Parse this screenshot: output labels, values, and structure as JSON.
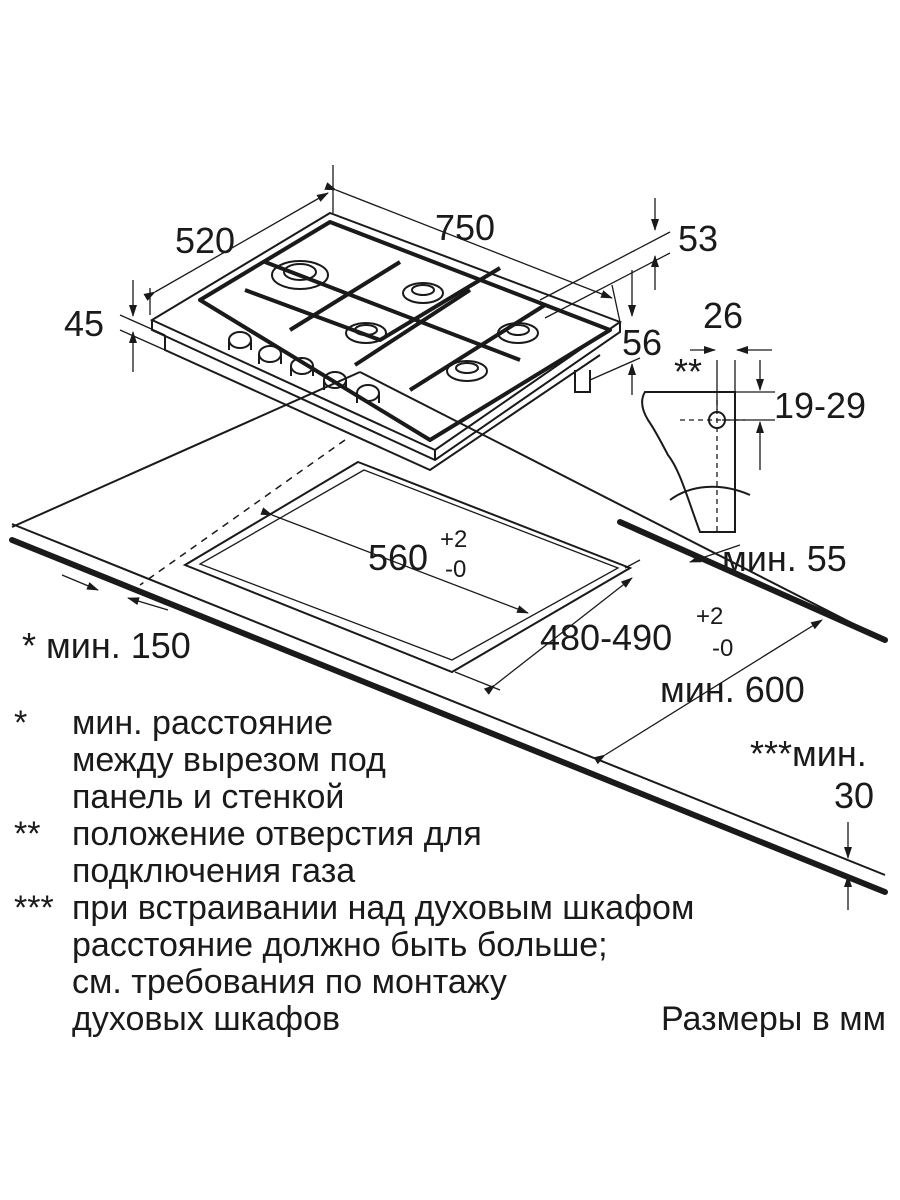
{
  "dimensions": {
    "depth": "520",
    "width": "750",
    "height": "45",
    "rear_offset": "53",
    "side_offset": "56",
    "gas_x": "26",
    "gas_marker": "**",
    "gas_y": "19-29",
    "cutout_width": "560",
    "cutout_width_tol_plus": "+2",
    "cutout_width_tol_minus": "-0",
    "cutout_depth": "480-490",
    "cutout_depth_tol_plus": "+2",
    "cutout_depth_tol_minus": "-0",
    "min_wall_front": "мин. 55",
    "min_wall_side": "* мин. 150",
    "min_depth": "мин. 600",
    "min_oven_label": "***мин.",
    "min_oven_value": "30"
  },
  "notes": [
    {
      "mark": "*",
      "text": "мин. расстояние\nмежду вырезом под\nпанель и стенкой"
    },
    {
      "mark": "**",
      "text": "положение отверстия для\nподключения газа"
    },
    {
      "mark": "***",
      "text": "при встраивании над духовым шкафом\nрасстояние должно быть больше;\nсм. требования по монтажу\nдуховых шкафов"
    }
  ],
  "units_label": "Размеры в мм"
}
